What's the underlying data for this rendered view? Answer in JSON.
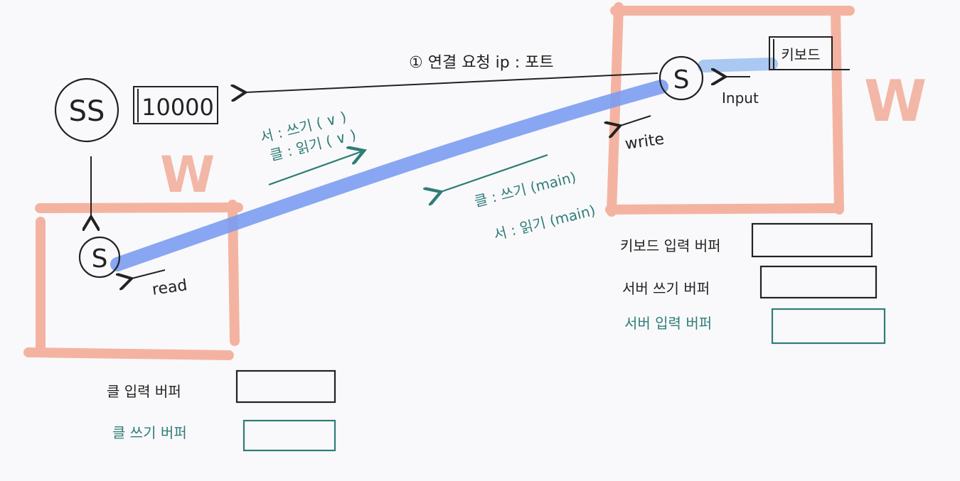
{
  "diagram": {
    "server_socket_label": "SS",
    "port_label": "10000",
    "client_socket_label": "S",
    "server_side_socket_label": "S",
    "keyboard_label": "키보드",
    "thread_mark_left": "W",
    "thread_mark_right": "W",
    "connection_request": "① 연결 요청  ip : 포트",
    "input_label": "Input",
    "write_label": "write",
    "read_label": "read",
    "server_msgs": [
      "서 : 쓰기 ( ∨ )",
      "클 : 읽기 ( ∨ )"
    ],
    "client_msgs": [
      "클 : 쓰기 (main)",
      "서 : 읽기 (main)"
    ],
    "server_buffers": [
      {
        "label": "키보드 입력 버퍼",
        "color": "#222222"
      },
      {
        "label": "서버 쓰기 버퍼",
        "color": "#222222"
      },
      {
        "label": "서버 입력 버퍼",
        "color": "#2f7d77"
      }
    ],
    "client_buffers": [
      {
        "label": "클 입력 버퍼",
        "color": "#222222"
      },
      {
        "label": "클 쓰기 버퍼",
        "color": "#2f7d77"
      }
    ],
    "colors": {
      "thread_box": "#f4b3a1",
      "stream": "#7b9cf0",
      "input_stream": "#a9c8f2",
      "ink": "#222222",
      "teal": "#2f7d77"
    }
  }
}
